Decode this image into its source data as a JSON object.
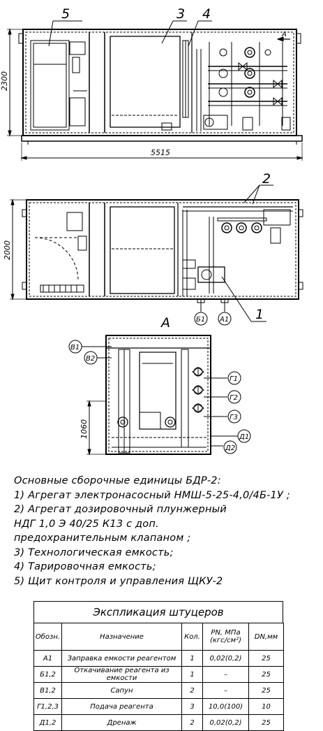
{
  "drawing": {
    "dim_height_1": "2300",
    "dim_width": "5515",
    "dim_height_2": "2000",
    "dim_height_3": "1060",
    "callouts": [
      "5",
      "3",
      "4",
      "2",
      "1"
    ],
    "view_label": "A",
    "ports": {
      "a1": "А1",
      "b1": "Б1",
      "v1": "В1",
      "v2": "В2",
      "g1": "Г1",
      "g2": "Г2",
      "g3": "Г3",
      "d1": "Д1",
      "d2": "Д2"
    }
  },
  "notes": [
    "Основные сборочные единицы БДР-2:",
    "1) Агрегат электронасосный НМШ-5-25-4,0/4Б-1У ;",
    "2) Агрегат дозировочный плунжерный",
    "НДГ 1,0 Э 40/25 К13 с доп.",
    "предохранительным клапаном ;",
    "3) Технологическая емкость;",
    "4) Тарировочная емкость;",
    "5) Щит контроля и управления ЩКУ-2"
  ],
  "table": {
    "title": "Экспликация штуцеров",
    "headers": [
      "Обозн.",
      "Назначение",
      "Кол.",
      "PN, МПа (кгс/см²)",
      "DN,мм"
    ],
    "rows": [
      [
        "А1",
        "Заправка емкости реагентом",
        "1",
        "0,02(0,2)",
        "25"
      ],
      [
        "Б1,2",
        "Откачивание реагента из емкости",
        "1",
        "–",
        "25"
      ],
      [
        "В1,2",
        "Сапун",
        "2",
        "–",
        "25"
      ],
      [
        "Г1,2,3",
        "Подача реагента",
        "3",
        "10,0(100)",
        "10"
      ],
      [
        "Д1,2",
        "Дренаж",
        "2",
        "0,02(0,2)",
        "25"
      ]
    ]
  }
}
